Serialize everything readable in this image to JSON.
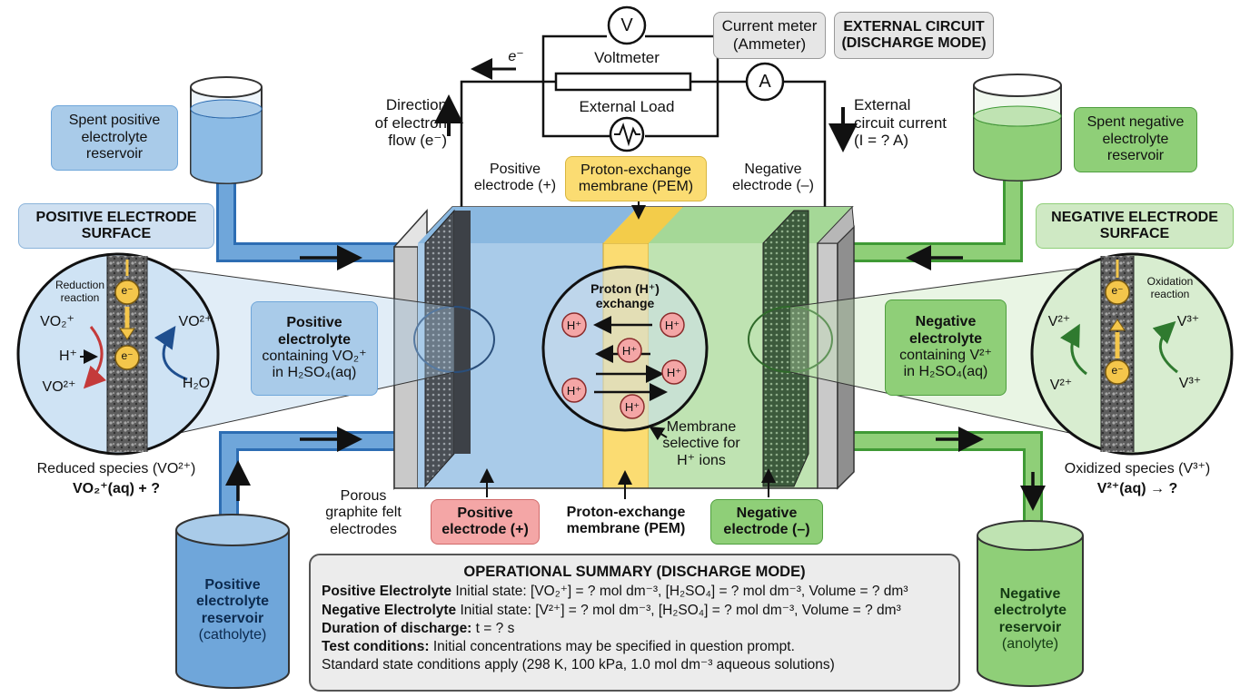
{
  "header": {
    "voltmeter_symbol": "V",
    "voltmeter_label": "Voltmeter",
    "ammeter_symbol": "A",
    "current_meter_line1": "Current meter",
    "current_meter_line2": "(Ammeter)",
    "external_circuit_line1": "EXTERNAL CIRCUIT",
    "external_circuit_line2": "(DISCHARGE MODE)",
    "external_load_label": "External Load",
    "electron_symbol": "e⁻",
    "direction_line1": "Direction",
    "direction_line2": "of electron",
    "direction_line3": "flow (e⁻)",
    "current_line1": "External",
    "current_line2": "circuit current",
    "current_line3": "(I = ? A)"
  },
  "left": {
    "spent_reservoir": [
      "Spent positive",
      "electrolyte",
      "reservoir"
    ],
    "surface_title": [
      "POSITIVE ELECTRODE",
      "SURFACE"
    ],
    "reduction_line1": "Reduction",
    "reduction_line2": "reaction",
    "species_vo2plus": "VO₂⁺",
    "species_hplus": "H⁺",
    "species_vo2_2plus_bottom": "VO²⁺",
    "species_vo2_2plus_right": "VO²⁺",
    "species_water": "H₂O",
    "electron": "e⁻",
    "reduced_species": "Reduced species (VO²⁺)",
    "reduced_equation": "VO₂⁺(aq) + ?",
    "reservoir": [
      "Positive",
      "electrolyte",
      "reservoir"
    ],
    "reservoir_sub": "(catholyte)",
    "porous_label": [
      "Porous",
      "graphite felt",
      "electrodes"
    ]
  },
  "center": {
    "electrolyte_pos": [
      "Positive",
      "electrolyte"
    ],
    "electrolyte_pos_containing": "containing VO₂⁺",
    "electrolyte_pos_solvent": "in H₂SO₄(aq)",
    "pos_electrode_top": [
      "Positive",
      "electrode (+)"
    ],
    "pem_top": [
      "Proton-exchange",
      "membrane (PEM)"
    ],
    "neg_electrode_top": [
      "Negative",
      "electrode (–)"
    ],
    "proton_exchange": [
      "Proton (H⁺)",
      "exchange"
    ],
    "proton_ion": "H⁺",
    "membrane_selective": [
      "Membrane",
      "selective for",
      "H⁺ ions"
    ],
    "pos_electrode_bottom": [
      "Positive",
      "electrode (+)"
    ],
    "pem_bottom": [
      "Proton-exchange",
      "membrane (PEM)"
    ],
    "neg_electrode_bottom": [
      "Negative",
      "electrode (–)"
    ],
    "electrolyte_neg": [
      "Negative",
      "electrolyte"
    ],
    "electrolyte_neg_containing": "containing V²⁺",
    "electrolyte_neg_solvent": "in H₂SO₄(aq)"
  },
  "right": {
    "spent_reservoir": [
      "Spent negative",
      "electrolyte",
      "reservoir"
    ],
    "surface_title": [
      "NEGATIVE ELECTRODE",
      "SURFACE"
    ],
    "oxidation_line1": "Oxidation",
    "oxidation_line2": "reaction",
    "species_v2_top": "V²⁺",
    "species_v2_bottom": "V²⁺",
    "species_v3_top": "V³⁺",
    "species_v3_bottom": "V³⁺",
    "electron": "e⁻",
    "oxidized_species": "Oxidized species (V³⁺)",
    "oxidized_equation": "V²⁺(aq) → ?",
    "reservoir": [
      "Negative",
      "electrolyte",
      "reservoir"
    ],
    "reservoir_sub": "(anolyte)"
  },
  "summary": {
    "title": "OPERATIONAL SUMMARY (DISCHARGE MODE)",
    "pos_label": "Positive Electrolyte",
    "pos_text": " Initial state: [VO₂⁺] = ? mol dm⁻³, [H₂SO₄] = ? mol dm⁻³, Volume = ? dm³",
    "neg_label": "Negative Electrolyte",
    "neg_text": " Initial state: [V²⁺] = ? mol dm⁻³, [H₂SO₄] = ? mol dm⁻³, Volume = ? dm³",
    "duration_label": "Duration of discharge:",
    "duration_text": " t = ? s",
    "test_label": "Test conditions:",
    "test_text": " Initial concentrations may be specified in question prompt.",
    "standard_text": "Standard state conditions apply (298 K, 100 kPa, 1.0 mol dm⁻³ aqueous solutions)"
  },
  "colors": {
    "blue_light": "#a9cbe9",
    "blue_mid": "#6fa6da",
    "blue_dark": "#2d6db3",
    "green_light": "#bfe3b2",
    "green_mid": "#8fcf78",
    "green_dark": "#3f9a35",
    "pem_yellow": "#fbdc72",
    "pink_box": "#f4a6a6",
    "electron_gold": "#f4c64b"
  }
}
